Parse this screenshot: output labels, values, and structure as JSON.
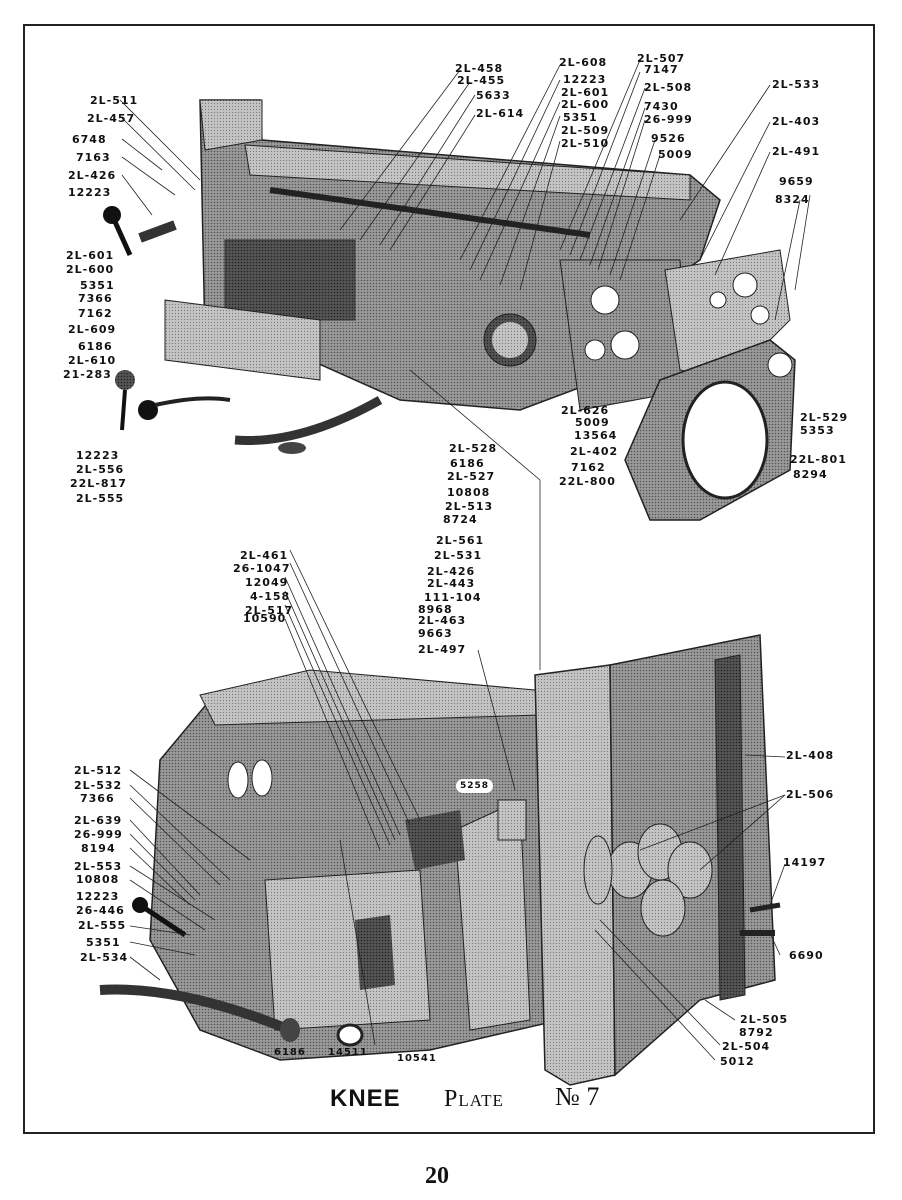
{
  "plate": {
    "title": "KNEE",
    "plate_label": "Plate",
    "plate_number_prefix": "№",
    "plate_number": "7"
  },
  "page_number": "20",
  "labels": {
    "upper_left": [
      "2L-511",
      "2L-457",
      "6748",
      "7163",
      "2L-426",
      "12223",
      "2L-601",
      "2L-600",
      "5351",
      "7366",
      "7162",
      "2L-609",
      "6186",
      "2L-610",
      "21-283",
      "12223",
      "2L-556",
      "22L-817",
      "2L-555"
    ],
    "upper_top": [
      "2L-458",
      "2L-455",
      "5633",
      "2L-614",
      "2L-608",
      "12223",
      "2L-601",
      "2L-600",
      "5351",
      "2L-509",
      "2L-510",
      "2L-507",
      "7147",
      "2L-508",
      "7430",
      "26-999",
      "9526",
      "5009"
    ],
    "upper_right": [
      "2L-533",
      "2L-403",
      "2L-491",
      "9659",
      "8324",
      "2L-626",
      "5009",
      "13564",
      "2L-402",
      "7162",
      "22L-800",
      "2L-529",
      "5353",
      "22L-801",
      "8294"
    ],
    "upper_center": [
      "2L-528",
      "6186",
      "2L-527",
      "10808",
      "2L-513",
      "8724",
      "2L-561",
      "2L-531",
      "2L-426",
      "2L-443",
      "111-104",
      "8968",
      "2L-463",
      "9663",
      "2L-497"
    ],
    "lower_center_left": [
      "2L-461",
      "26-1047",
      "12049",
      "4-158",
      "2L-517",
      "10590"
    ],
    "lower_left": [
      "2L-512",
      "2L-532",
      "7366",
      "2L-639",
      "26-999",
      "8194",
      "2L-553",
      "10808",
      "12223",
      "26-446",
      "2L-555",
      "5351",
      "2L-534"
    ],
    "lower_right": [
      "2L-408",
      "2L-506",
      "14197",
      "6690",
      "2L-505",
      "8792",
      "2L-504",
      "5012"
    ],
    "lower_bottom": [
      "6186",
      "14511",
      "10541"
    ],
    "lower_misc": [
      "5258"
    ]
  }
}
